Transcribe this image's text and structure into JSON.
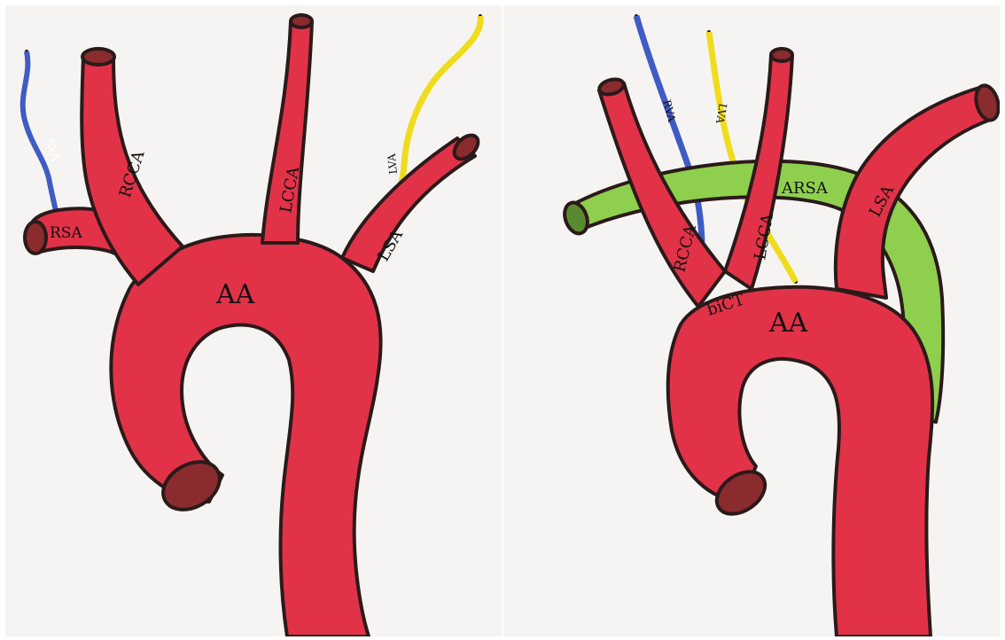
{
  "colors": {
    "artery_red": "#e23248",
    "lumen_dark": "#8a2b2e",
    "vertebral_blue": "#3f5bc4",
    "vertebral_yellow": "#f0dc1e",
    "aberrant_green": "#8fcf4e",
    "outline": "#2b1a1a",
    "paper": "#f6f4f2"
  },
  "left_panel": {
    "labels": {
      "aa": "AA",
      "rsa": "RSA",
      "rcca": "RCCA",
      "lcca": "LCCA",
      "lsa": "LSA",
      "rva": "RVA",
      "lva": "LVA"
    }
  },
  "right_panel": {
    "labels": {
      "aa": "AA",
      "bict": "biCT",
      "rcca": "RCCA",
      "lcca": "LCCA",
      "lsa": "LSA",
      "arsa": "ARSA",
      "rva": "RVA",
      "lva": "LVA"
    }
  }
}
